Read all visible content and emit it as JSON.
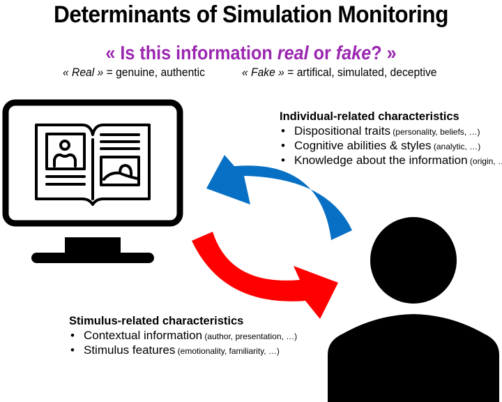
{
  "title": "Determinants of Simulation Monitoring",
  "question": {
    "open": "« Is this information ",
    "real": "real",
    "or": " or ",
    "fake": "fake",
    "close": "? »",
    "color": "#9b27b0"
  },
  "definitions": {
    "real": {
      "term": "« Real »",
      "meaning": " = genuine, authentic"
    },
    "fake": {
      "term": "« Fake »",
      "meaning": " = artifical, simulated, deceptive"
    }
  },
  "individual": {
    "heading": "Individual-related characteristics",
    "items": [
      {
        "main": "Dispositional traits",
        "detail": " (personality, beliefs, …)"
      },
      {
        "main": "Cognitive abilities & styles",
        "detail": " (analytic, …)"
      },
      {
        "main": "Knowledge about the information",
        "detail": " (origin, …)"
      }
    ]
  },
  "stimulus": {
    "heading": "Stimulus-related characteristics",
    "items": [
      {
        "main": "Contextual information",
        "detail": " (author, presentation, …)"
      },
      {
        "main": "Stimulus features",
        "detail": " (emotionality, familiarity, …)"
      }
    ]
  },
  "icons": {
    "computer": "monitor-with-open-book-icon",
    "person": "person-silhouette-icon",
    "arrow_to_computer": "curved-arrow-left-icon",
    "arrow_to_person": "curved-arrow-right-icon"
  },
  "colors": {
    "arrow_blue": "#0870c4",
    "arrow_red": "#ff0000",
    "icon": "#000000"
  }
}
